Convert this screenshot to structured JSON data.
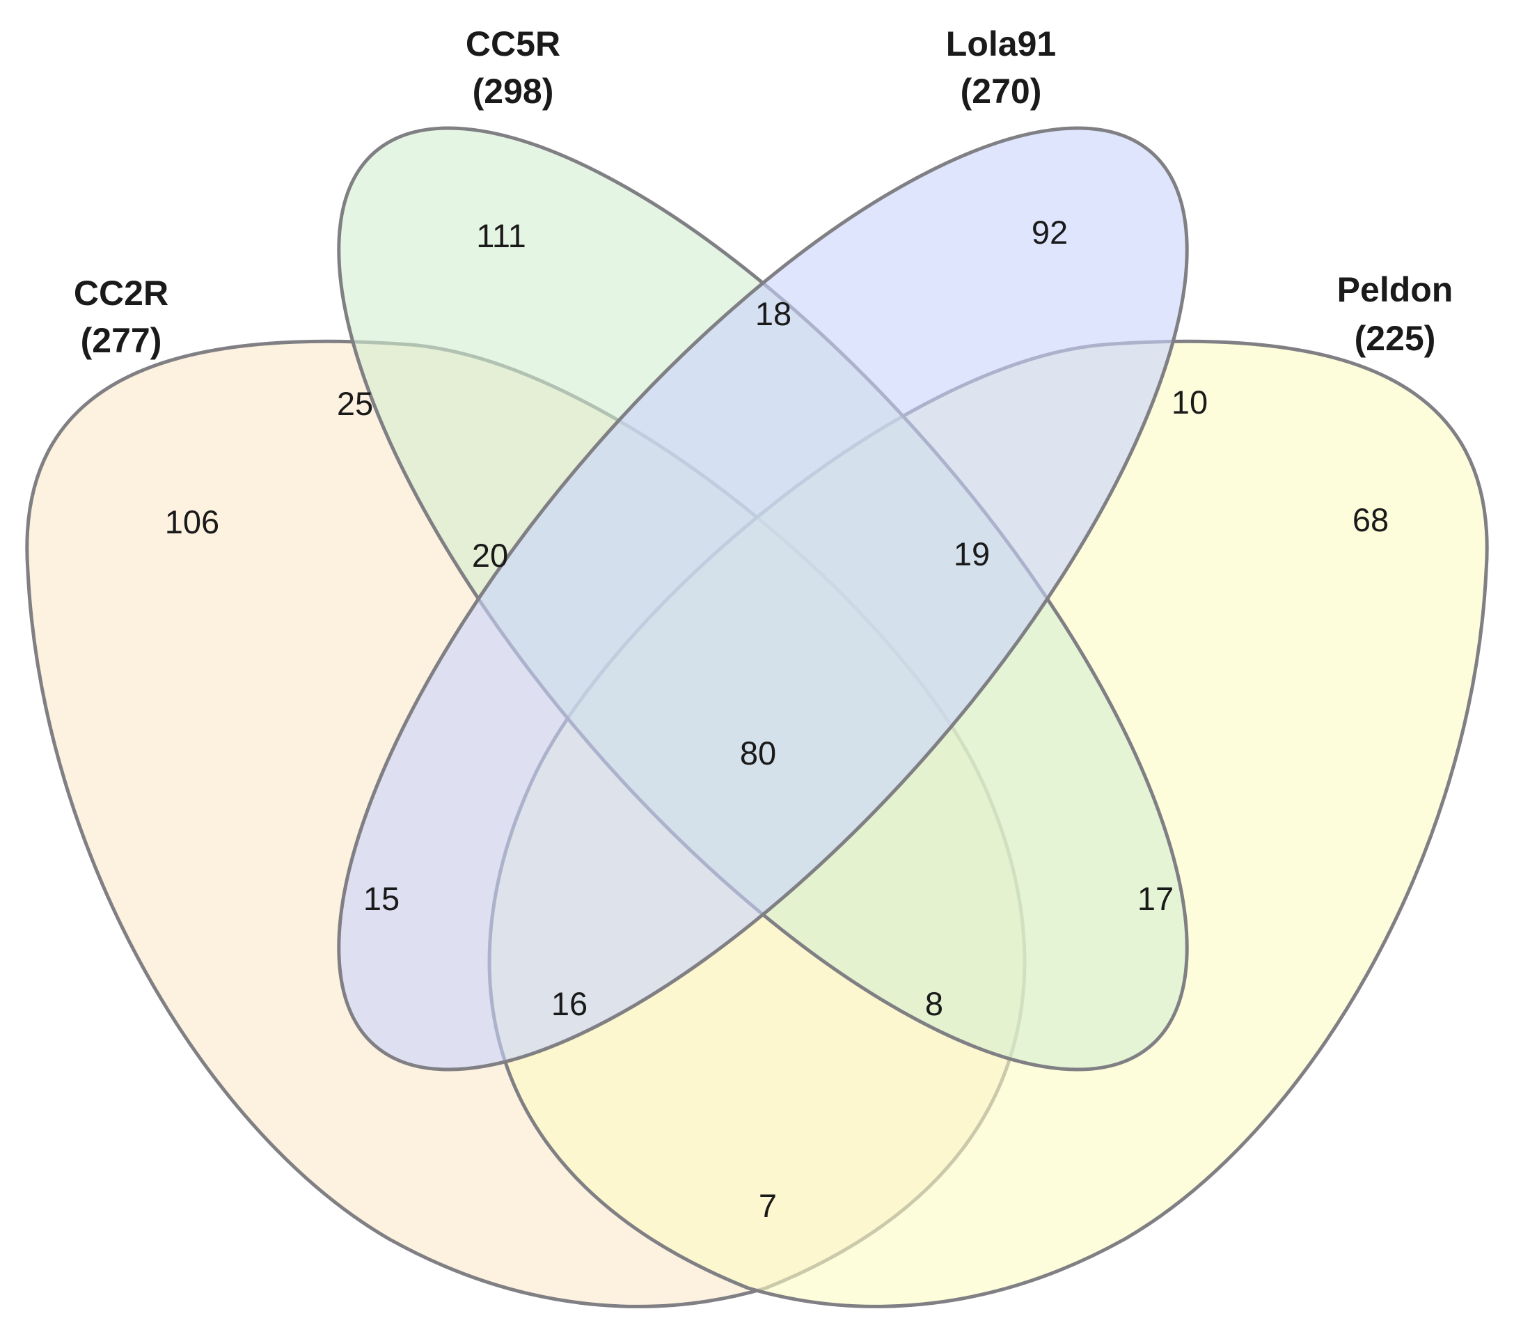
{
  "sets": [
    {
      "id": "cc2r",
      "name": "CC2R",
      "total": "(277)",
      "color": "#fbe8c9"
    },
    {
      "id": "cc5r",
      "name": "CC5R",
      "total": "(298)",
      "color": "#d3efd1"
    },
    {
      "id": "lola91",
      "name": "Lola91",
      "total": "(270)",
      "color": "#c9d4fb"
    },
    {
      "id": "peldon",
      "name": "Peldon",
      "total": "(225)",
      "color": "#fbfbc4"
    }
  ],
  "regions": {
    "cc2r_only": "106",
    "cc5r_only": "111",
    "lola91_only": "92",
    "peldon_only": "68",
    "cc2r_cc5r": "25",
    "cc5r_lola91": "18",
    "lola91_peldon": "10",
    "cc2r_cc5r_lola91": "20",
    "cc5r_lola91_peldon": "19",
    "all_four": "80",
    "cc2r_lola91": "15",
    "cc5r_peldon": "17",
    "cc2r_lola91_peldon": "16",
    "cc2r_cc5r_peldon": "8",
    "cc2r_peldon": "7"
  }
}
